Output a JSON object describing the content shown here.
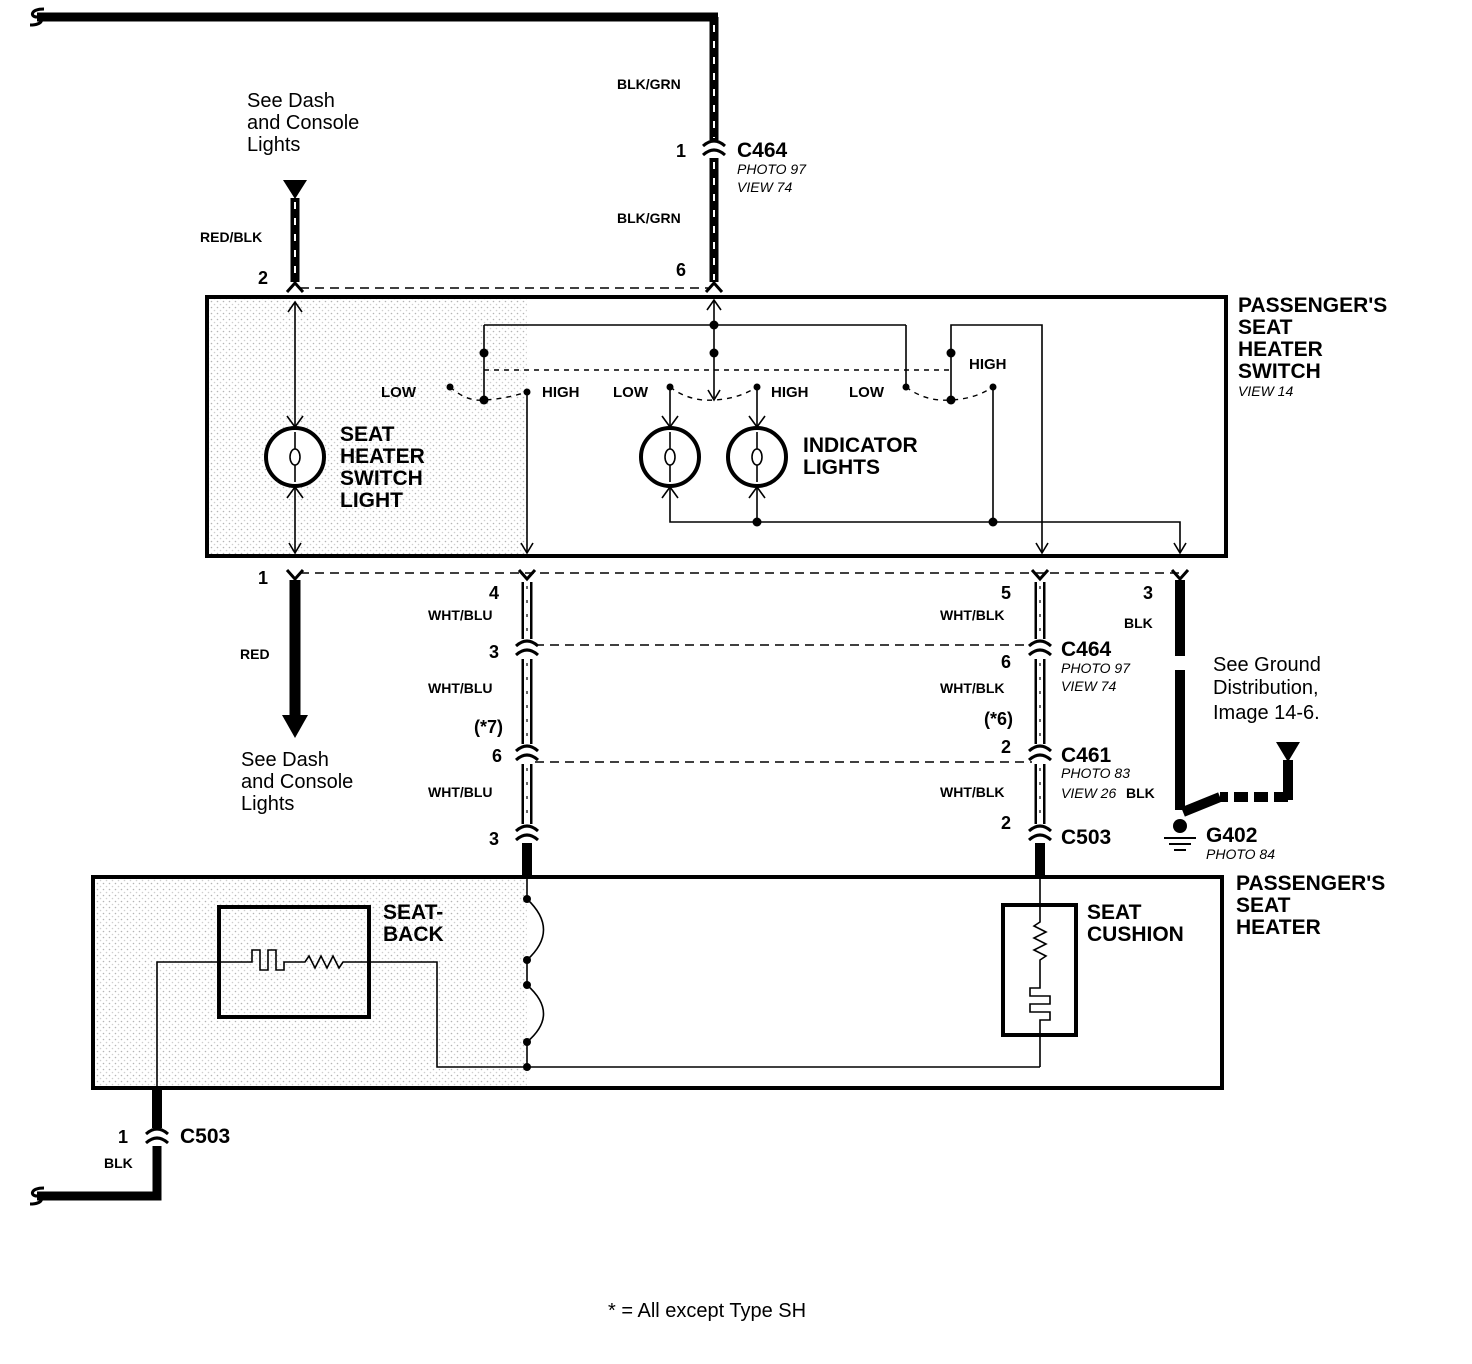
{
  "upper": {
    "see_dash": [
      "See Dash",
      "and Console",
      "Lights"
    ],
    "red_blk_color": "RED/BLK",
    "red_blk_pin": "2",
    "blk_grn_upper_color": "BLK/GRN",
    "c464_pin": "1",
    "c464": {
      "id": "C464",
      "photo": "PHOTO 97",
      "view": "VIEW 74"
    },
    "blk_grn_lower_color": "BLK/GRN",
    "blk_grn_pin": "6"
  },
  "switch": {
    "title": [
      "PASSENGER'S",
      "SEAT",
      "HEATER",
      "SWITCH"
    ],
    "view": "VIEW 14",
    "contacts": [
      "LOW",
      "HIGH",
      "LOW",
      "HIGH",
      "LOW",
      "HIGH"
    ],
    "switch_light": [
      "SEAT",
      "HEATER",
      "SWITCH",
      "LIGHT"
    ],
    "indicator_lights": [
      "INDICATOR",
      "LIGHTS"
    ]
  },
  "harness": {
    "red": {
      "pin": "1",
      "color": "RED",
      "see_dash": [
        "See Dash",
        "and Console",
        "Lights"
      ]
    },
    "wht_blu": {
      "pins": [
        "4",
        "3",
        "6",
        "3"
      ],
      "colors": [
        "WHT/BLU",
        "WHT/BLU",
        "WHT/BLU"
      ],
      "note": "(*7)"
    },
    "wht_blk": {
      "pins": [
        "5",
        "6",
        "2",
        "2"
      ],
      "colors": [
        "WHT/BLK",
        "WHT/BLK",
        "WHT/BLK"
      ],
      "note": "(*6)"
    },
    "c464": {
      "id": "C464",
      "photo": "PHOTO 97",
      "view": "VIEW 74"
    },
    "c461": {
      "id": "C461",
      "photo": "PHOTO 83",
      "view": "VIEW 26"
    },
    "c503": "C503",
    "ground": {
      "pin": "3",
      "colors": [
        "BLK",
        "BLK"
      ],
      "see_ground": [
        "See Ground",
        "Distribution,",
        "Image 14-6."
      ],
      "id": "G402",
      "photo": "PHOTO 84"
    }
  },
  "heater": {
    "title": [
      "PASSENGER'S",
      "SEAT",
      "HEATER"
    ],
    "seat_back": [
      "SEAT-",
      "BACK"
    ],
    "seat_cushion": [
      "SEAT",
      "CUSHION"
    ]
  },
  "bottom": {
    "pin": "1",
    "connector": "C503",
    "color": "BLK"
  },
  "footnote": "* = All except Type SH"
}
